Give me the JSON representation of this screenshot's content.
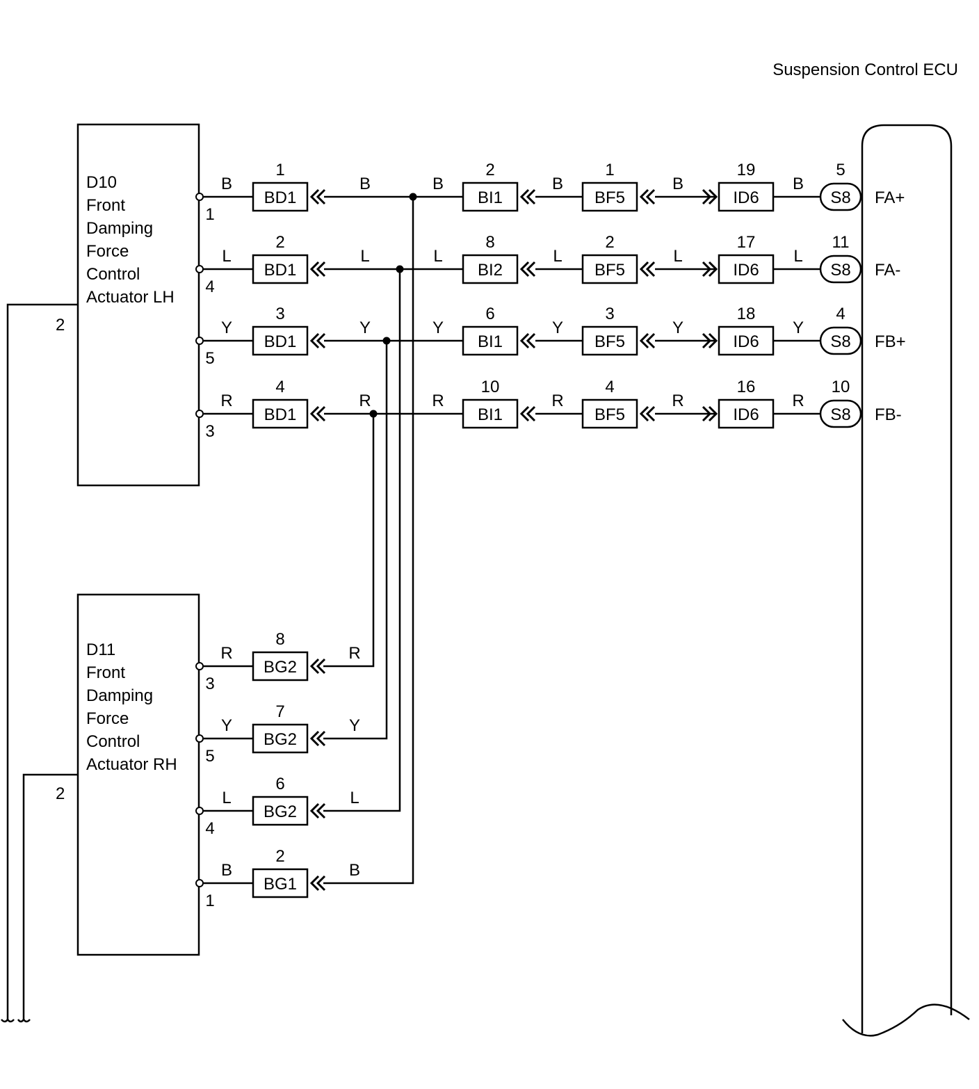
{
  "ecu": {
    "title": "Suspension Control ECU",
    "terminals": [
      {
        "pin": "5",
        "connector": "S8",
        "signal": "FA+"
      },
      {
        "pin": "11",
        "connector": "S8",
        "signal": "FA-"
      },
      {
        "pin": "4",
        "connector": "S8",
        "signal": "FB+"
      },
      {
        "pin": "10",
        "connector": "S8",
        "signal": "FB-"
      }
    ]
  },
  "actuator_lh": {
    "lines": [
      "D10",
      "Front",
      "Damping",
      "Force",
      "Control",
      "Actuator LH"
    ],
    "ground_pin": "2",
    "pins": [
      "1",
      "4",
      "5",
      "3"
    ]
  },
  "actuator_rh": {
    "lines": [
      "D11",
      "Front",
      "Damping",
      "Force",
      "Control",
      "Actuator RH"
    ],
    "ground_pin": "2",
    "pins": [
      "3",
      "5",
      "4",
      "1"
    ]
  },
  "upper_wires": [
    {
      "color": "B",
      "bd": {
        "pin": "1",
        "name": "BD1"
      },
      "bi": {
        "pin": "2",
        "name": "BI1"
      },
      "bf": {
        "pin": "1",
        "name": "BF5"
      },
      "id": {
        "pin": "19",
        "name": "ID6"
      }
    },
    {
      "color": "L",
      "bd": {
        "pin": "2",
        "name": "BD1"
      },
      "bi": {
        "pin": "8",
        "name": "BI2"
      },
      "bf": {
        "pin": "2",
        "name": "BF5"
      },
      "id": {
        "pin": "17",
        "name": "ID6"
      }
    },
    {
      "color": "Y",
      "bd": {
        "pin": "3",
        "name": "BD1"
      },
      "bi": {
        "pin": "6",
        "name": "BI1"
      },
      "bf": {
        "pin": "3",
        "name": "BF5"
      },
      "id": {
        "pin": "18",
        "name": "ID6"
      }
    },
    {
      "color": "R",
      "bd": {
        "pin": "4",
        "name": "BD1"
      },
      "bi": {
        "pin": "10",
        "name": "BI1"
      },
      "bf": {
        "pin": "4",
        "name": "BF5"
      },
      "id": {
        "pin": "16",
        "name": "ID6"
      }
    }
  ],
  "lower_wires": [
    {
      "color": "R",
      "bg": {
        "pin": "8",
        "name": "BG2"
      }
    },
    {
      "color": "Y",
      "bg": {
        "pin": "7",
        "name": "BG2"
      }
    },
    {
      "color": "L",
      "bg": {
        "pin": "6",
        "name": "BG2"
      }
    },
    {
      "color": "B",
      "bg": {
        "pin": "2",
        "name": "BG1"
      }
    }
  ]
}
